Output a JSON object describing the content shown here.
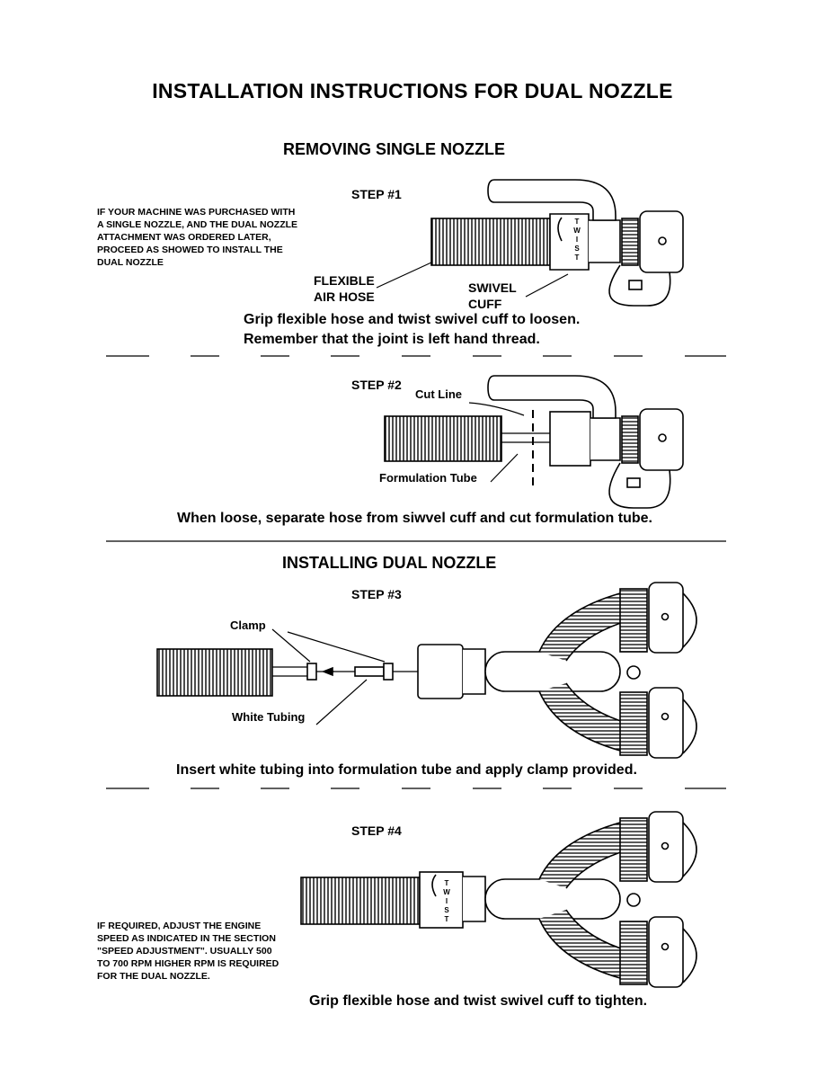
{
  "title": "INSTALLATION INSTRUCTIONS FOR DUAL NOZZLE",
  "section1": {
    "heading": "REMOVING SINGLE NOZZLE",
    "step1": {
      "label": "STEP #1",
      "note": "IF YOUR MACHINE WAS PURCHASED WITH A SINGLE NOZZLE, AND THE DUAL NOZZLE ATTACHMENT WAS ORDERED LATER, PROCEED AS SHOWED TO INSTALL THE DUAL NOZZLE",
      "note_lines": [
        "IF YOUR MACHINE WAS PURCHASED WITH",
        "A SINGLE NOZZLE, AND THE DUAL NOZZLE",
        "ATTACHMENT WAS ORDERED LATER,",
        "PROCEED AS SHOWED TO INSTALL THE",
        "DUAL NOZZLE"
      ],
      "flexible_air_hose": [
        "FLEXIBLE",
        "AIR HOSE"
      ],
      "swivel_cuff": [
        "SWIVEL",
        "CUFF"
      ],
      "twist_letters": [
        "T",
        "W",
        "I",
        "S",
        "T"
      ],
      "caption_lines": [
        "Grip flexible hose and twist swivel cuff to loosen.",
        "Remember that the joint is left hand thread."
      ]
    },
    "step2": {
      "label": "STEP #2",
      "cut_line": "Cut Line",
      "formulation_tube": "Formulation Tube",
      "caption": "When loose, separate hose from siwvel cuff and cut formulation tube."
    }
  },
  "section2": {
    "heading": "INSTALLING DUAL NOZZLE",
    "step3": {
      "label": "STEP #3",
      "clamp": "Clamp",
      "white_tubing": "White Tubing",
      "caption": "Insert white tubing into formulation tube and apply clamp provided."
    },
    "step4": {
      "label": "STEP #4",
      "twist_letters": [
        "T",
        "W",
        "I",
        "S",
        "T"
      ],
      "note_lines": [
        "IF REQUIRED, ADJUST THE ENGINE",
        "SPEED AS INDICATED IN THE SECTION",
        "\"SPEED ADJUSTMENT\". USUALLY 500",
        "TO 700 RPM HIGHER RPM IS REQUIRED",
        "FOR THE DUAL NOZZLE."
      ],
      "caption": "Grip flexible hose and twist swivel cuff to tighten."
    }
  }
}
